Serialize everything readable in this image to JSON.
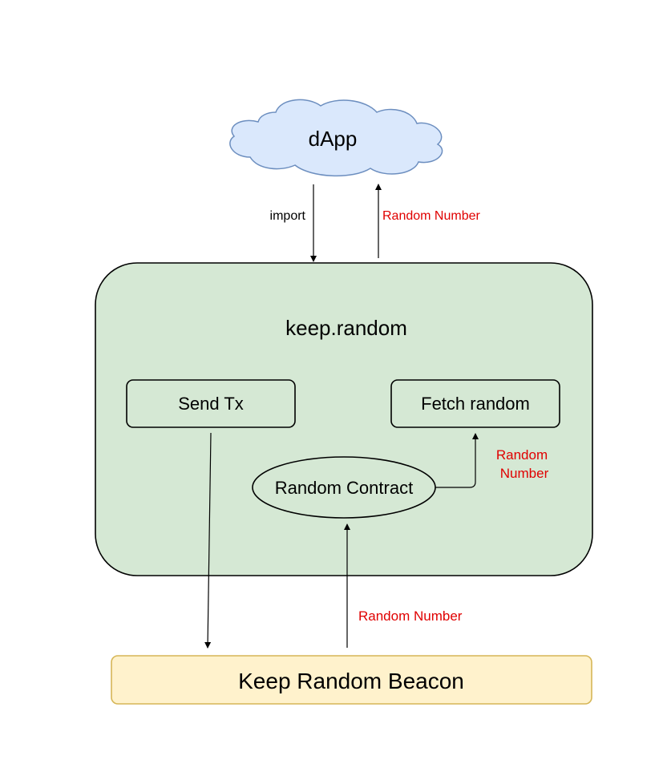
{
  "nodes": {
    "dapp": "dApp",
    "keep_random": "keep.random",
    "send_tx": "Send Tx",
    "fetch_random": "Fetch random",
    "random_contract": "Random Contract",
    "beacon": "Keep Random Beacon"
  },
  "edges": {
    "import_label": "import",
    "dapp_return_label": "Random Number",
    "contract_to_fetch_line1": "Random",
    "contract_to_fetch_line2": "Number",
    "beacon_to_contract_label": "Random Number"
  },
  "colors": {
    "cloud_fill": "#dae8fc",
    "cloud_stroke": "#6c8ebf",
    "container_fill": "#d5e8d4",
    "beacon_fill": "#fff2cc",
    "beacon_stroke": "#d6b656",
    "edge_label_red": "#e00000",
    "line": "#000000"
  }
}
